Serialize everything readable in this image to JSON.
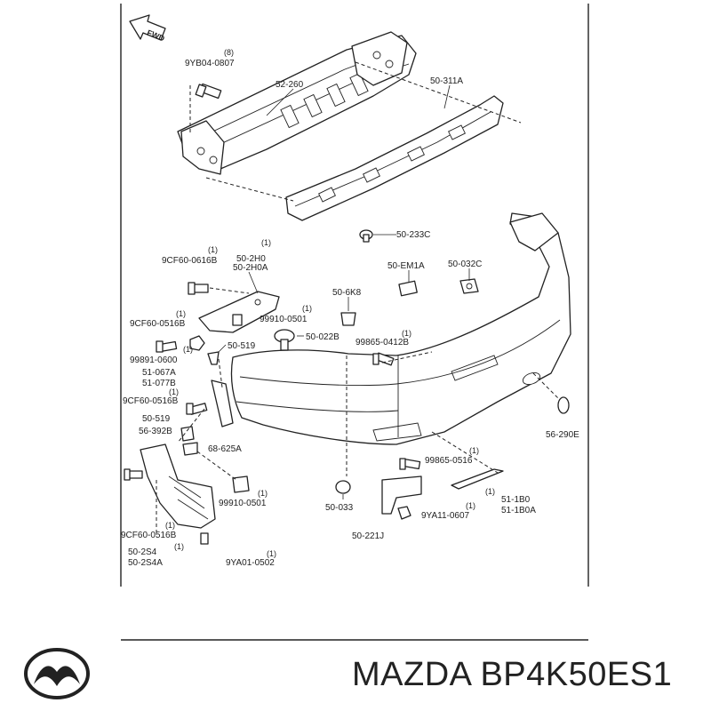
{
  "colors": {
    "ink": "#222222",
    "background": "#ffffff"
  },
  "fwd_label": "FWD",
  "callouts": [
    {
      "id": "c1",
      "code": "9YB04-0807",
      "qty": "(8)"
    },
    {
      "id": "c2",
      "code": "52-260",
      "qty": ""
    },
    {
      "id": "c3",
      "code": "50-311A",
      "qty": ""
    },
    {
      "id": "c4",
      "code": "50-233C",
      "qty": ""
    },
    {
      "id": "c5",
      "code": "9CF60-0616B",
      "qty": "(1)"
    },
    {
      "id": "c6a",
      "code": "50-2H0",
      "qty": "(1)"
    },
    {
      "id": "c6b",
      "code": "50-2H0A",
      "qty": ""
    },
    {
      "id": "c7",
      "code": "50-EM1A",
      "qty": ""
    },
    {
      "id": "c8",
      "code": "50-032C",
      "qty": ""
    },
    {
      "id": "c9",
      "code": "50-6K8",
      "qty": ""
    },
    {
      "id": "c10",
      "code": "99910-0501",
      "qty": "(1)"
    },
    {
      "id": "c11",
      "code": "9CF60-0516B",
      "qty": "(1)"
    },
    {
      "id": "c12",
      "code": "50-022B",
      "qty": ""
    },
    {
      "id": "c13",
      "code": "99865-0412B",
      "qty": "(1)"
    },
    {
      "id": "c14",
      "code": "50-519",
      "qty": ""
    },
    {
      "id": "c15",
      "code": "99891-0600",
      "qty": "(1)"
    },
    {
      "id": "c16a",
      "code": "51-067A",
      "qty": ""
    },
    {
      "id": "c16b",
      "code": "51-077B",
      "qty": ""
    },
    {
      "id": "c17",
      "code": "9CF60-0516B",
      "qty": "(1)"
    },
    {
      "id": "c18",
      "code": "50-519",
      "qty": ""
    },
    {
      "id": "c19",
      "code": "56-392B",
      "qty": ""
    },
    {
      "id": "c20",
      "code": "68-625A",
      "qty": ""
    },
    {
      "id": "c21",
      "code": "56-290E",
      "qty": ""
    },
    {
      "id": "c22",
      "code": "99865-0516",
      "qty": "(1)"
    },
    {
      "id": "c23",
      "code": "99910-0501",
      "qty": "(1)"
    },
    {
      "id": "c24a",
      "code": "51-1B0",
      "qty": "(1)"
    },
    {
      "id": "c24b",
      "code": "51-1B0A",
      "qty": ""
    },
    {
      "id": "c25",
      "code": "50-033",
      "qty": ""
    },
    {
      "id": "c26",
      "code": "9YA11-0607",
      "qty": "(1)"
    },
    {
      "id": "c27",
      "code": "9CF60-0516B",
      "qty": "(1)"
    },
    {
      "id": "c28",
      "code": "50-221J",
      "qty": ""
    },
    {
      "id": "c29a",
      "code": "50-2S4",
      "qty": "(1)"
    },
    {
      "id": "c29b",
      "code": "50-2S4A",
      "qty": ""
    },
    {
      "id": "c30",
      "code": "9YA01-0502",
      "qty": "(1)"
    }
  ],
  "footer": {
    "logo": "mazda-logo",
    "title": "MAZDA BP4K50ES1"
  }
}
